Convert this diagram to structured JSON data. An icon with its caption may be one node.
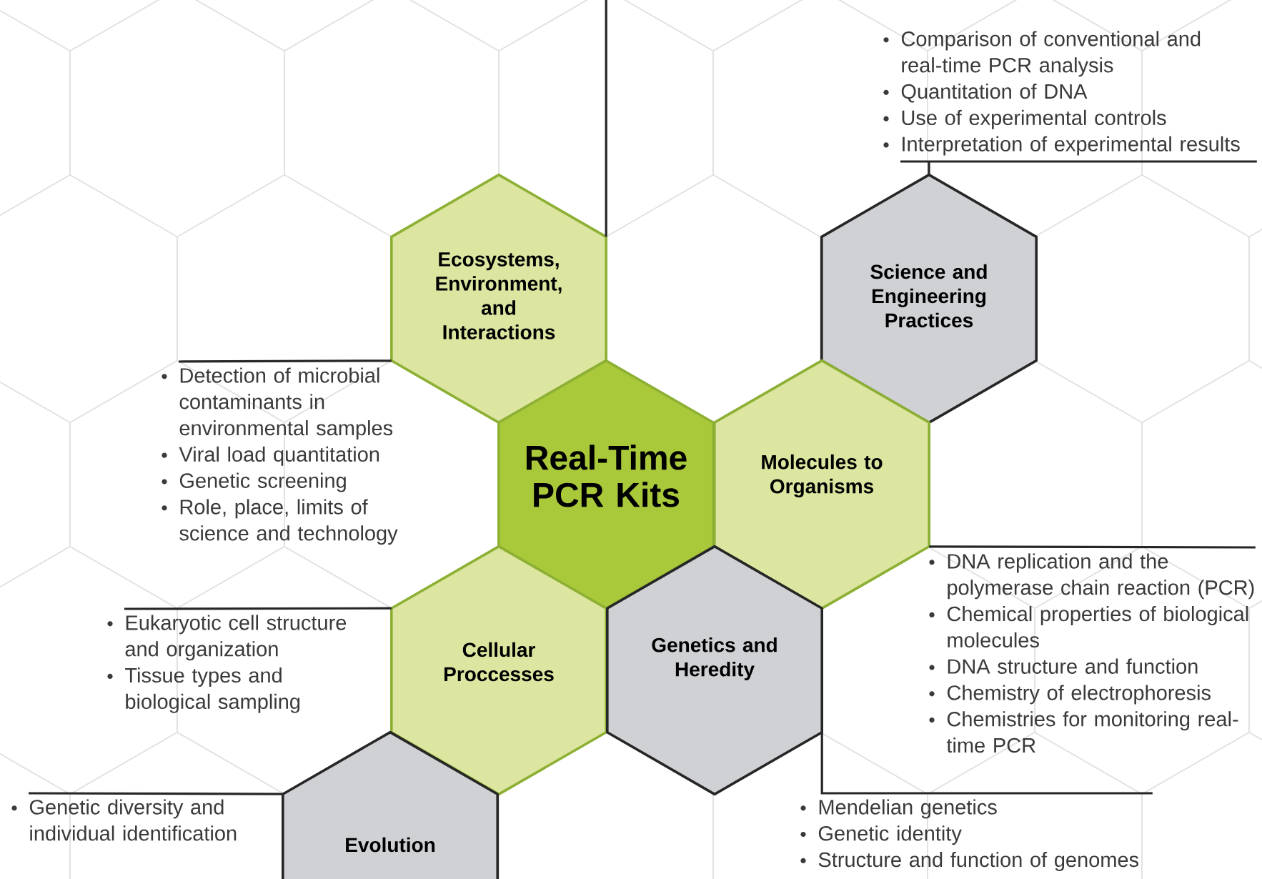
{
  "diagram": {
    "nodes": [
      {
        "text": [
          "Comparison of conventional and real-time PCR analysis",
          "Quantitation of DNA",
          "Use of experimental controls",
          "Interpretation of experimental results"
        ]
      },
      {
        "text": [
          "Ecosystems, Environment, and Interactions"
        ]
      },
      {
        "text": [
          "Science and Engineering Practices"
        ]
      },
      {
        "text": [
          "Detection of microbial contaminants in environmental samples",
          "Viral load quantitation",
          "Genetic screening",
          "Role, place, limits of science and technology"
        ]
      },
      {
        "text": [
          "Real-Time PCR Kits"
        ]
      },
      {
        "text": [
          "Molecules to Organisms"
        ]
      },
      {
        "text": [
          "DNA replication and the polymerase chain reaction (PCR)",
          "Chemical properties of biological molecules",
          "DNA structure and function",
          "Chemistry of electrophoresis",
          "Chemistries for monitoring real-time PCR"
        ]
      },
      {
        "text": [
          "Eukaryotic cell structure and organization",
          "Tissue types and biological sampling"
        ]
      },
      {
        "text": [
          "Cellular Proccesses"
        ]
      },
      {
        "text": [
          "Genetics and Heredity"
        ]
      },
      {
        "text": [
          "Genetic diversity and individual identification"
        ]
      },
      {
        "text": [
          "Evolution"
        ]
      },
      {
        "text": [
          "Mendelian genetics",
          "Genetic identity",
          "Structure and function of genomes"
        ]
      }
    ],
    "edges": [
      {
        "from": 2,
        "to": 0,
        "arrow": "none"
      },
      {
        "from": 1,
        "to": 3,
        "arrow": "none"
      },
      {
        "from": 5,
        "to": 6,
        "arrow": "none"
      },
      {
        "from": 8,
        "to": 7,
        "arrow": "none"
      },
      {
        "from": 9,
        "to": 12,
        "arrow": "none"
      },
      {
        "from": 11,
        "to": 10,
        "arrow": "none"
      },
      {
        "from": 1,
        "to": null,
        "arrow": "none"
      }
    ]
  }
}
